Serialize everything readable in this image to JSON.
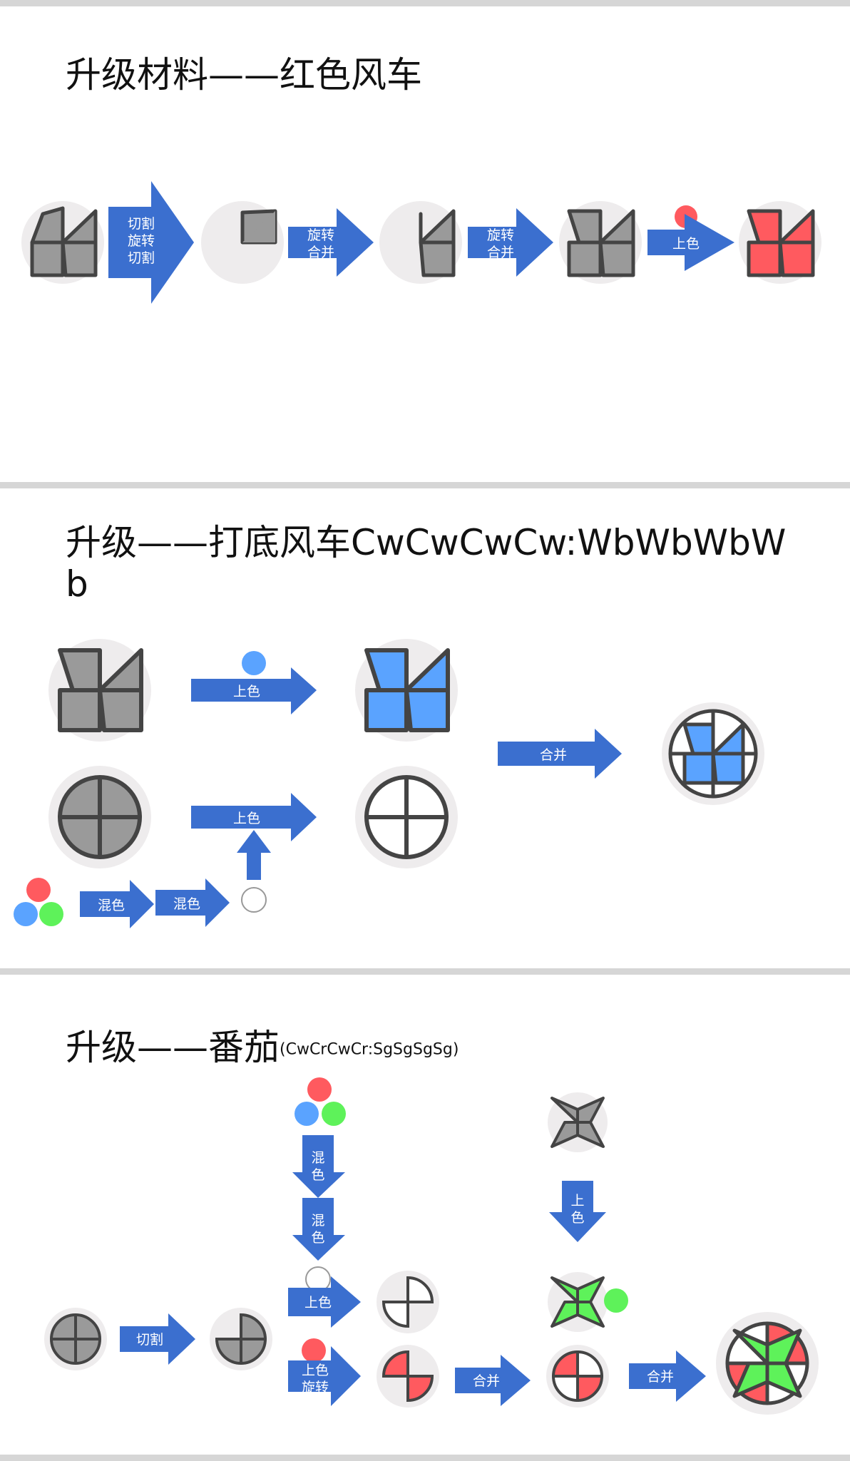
{
  "sections": [
    {
      "title": "升级材料——红色风车"
    },
    {
      "title": "升级——打底风车CwCwCwCw:WbWbWbWb"
    },
    {
      "title": "升级——番茄",
      "code": "(CwCrCwCr:SgSgSgSg)"
    }
  ],
  "labels": {
    "cut_rotate_cut": [
      "切割",
      "旋转",
      "切割"
    ],
    "rotate_combine": [
      "旋转",
      "合并"
    ],
    "paint": "上色",
    "combine": "合并",
    "mix": "混色",
    "mix_vertical": [
      "混",
      "色"
    ],
    "paint_vertical": [
      "上",
      "色"
    ],
    "cut": "切割",
    "paint_rotate": [
      "上色",
      "旋转"
    ]
  },
  "colors": {
    "arrow": "#3b6fcf",
    "gray_shape": "#9a9a9a",
    "outline": "#444444",
    "red": "#ff5a5f",
    "blue": "#5aa3ff",
    "green": "#5ef25a",
    "circle_bg": "#eeeced"
  }
}
